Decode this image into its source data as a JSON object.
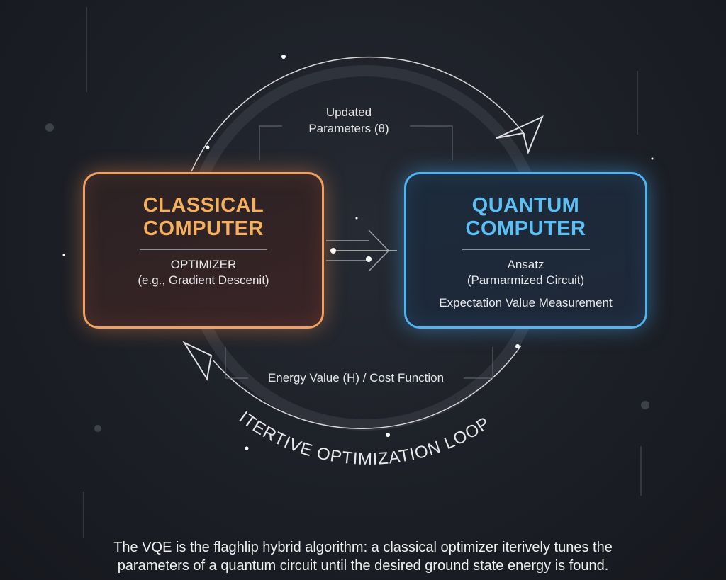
{
  "classical": {
    "title_line1": "CLASSICAL",
    "title_line2": "COMPUTER",
    "role": "OPTIMIZER",
    "example": "(e.g., Gradient Descenit)",
    "color": "#f4b060"
  },
  "quantum": {
    "title_line1": "QUANTUM",
    "title_line2": "COMPUTER",
    "line1": "Ansatz",
    "line2": "(Parmarmized Circuit)",
    "line3": "Expectation Value Measurement",
    "color": "#5cc0f4"
  },
  "top_label": {
    "line1": "Updated",
    "line2": "Parameters (θ)"
  },
  "bottom_label": "Energy Value (H) / Cost Function",
  "loop_label": "ITERTIVE OPTIMIZATION LOOP",
  "caption": {
    "line1": "The VQE is the flaghlip hybrid algorithm: a classical optimizer iterively tunes the",
    "line2": "parameters of a quantum circuit until the desired ground state energy is found."
  }
}
